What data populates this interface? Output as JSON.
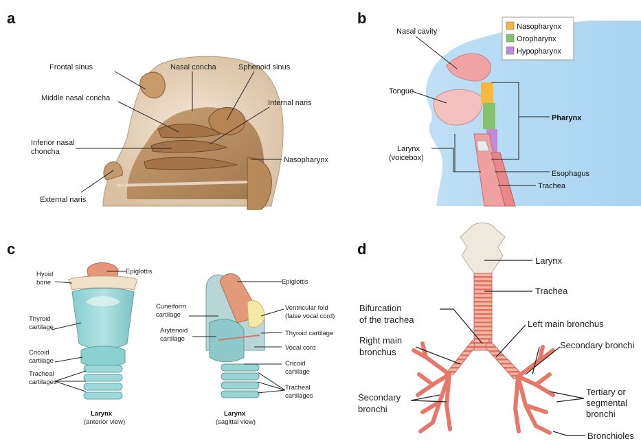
{
  "panels": {
    "a": {
      "letter": "a",
      "labels": {
        "frontal_sinus": "Frontal sinus",
        "nasal_concha": "Nasal concha",
        "sphenoid_sinus": "Sphenoid sinus",
        "middle_nasal_concha": "Middle nasal concha",
        "internal_naris": "Internal naris",
        "inferior_nasal_choncha_1": "Inferior nasal",
        "inferior_nasal_choncha_2": "choncha",
        "nasopharynx": "Nasopharynx",
        "external_naris": "External naris"
      }
    },
    "b": {
      "letter": "b",
      "legend": [
        {
          "label": "Nasopharynx",
          "color": "#f6b940"
        },
        {
          "label": "Oropharynx",
          "color": "#86c26a"
        },
        {
          "label": "Hypopharynx",
          "color": "#c18ad8"
        }
      ],
      "labels": {
        "nasal_cavity": "Nasal cavity",
        "tongue": "Tongue",
        "pharynx": "Pharynx",
        "larynx_1": "Larynx",
        "larynx_2": "(voicebox)",
        "esophagus": "Esophagus",
        "trachea": "Trachea"
      }
    },
    "c": {
      "letter": "c",
      "anterior": {
        "hyoid_1": "Hyoid",
        "hyoid_2": "bone",
        "epiglottis": "Epiglottis",
        "thyroid_1": "Thyroid",
        "thyroid_2": "cartilage",
        "cricoid_1": "Cricoid",
        "cricoid_2": "cartilage",
        "tracheal_1": "Tracheal",
        "tracheal_2": "cartilages",
        "title": "Larynx",
        "subtitle": "(anterior view)"
      },
      "sagittal": {
        "epiglottis": "Epiglottis",
        "cuneiform_1": "Cuneiform",
        "cuneiform_2": "cartilage",
        "ventricular_1": "Ventricular fold",
        "ventricular_2": "(false vocal cord)",
        "thyroid": "Thyroid cartilage",
        "arytenoid_1": "Arytenoid",
        "arytenoid_2": "cartilage",
        "vocal_cord": "Vocal cord",
        "cricoid_1": "Cricoid",
        "cricoid_2": "cartilage",
        "tracheal_1": "Tracheal",
        "tracheal_2": "cartilages",
        "title": "Larynx",
        "subtitle": "(sagittal view)"
      }
    },
    "d": {
      "letter": "d",
      "labels": {
        "larynx": "Larynx",
        "trachea": "Trachea",
        "bifurcation_1": "Bifurcation",
        "bifurcation_2": "of the trachea",
        "left_main": "Left main bronchus",
        "right_main_1": "Right main",
        "right_main_2": "bronchus",
        "secondary_right": "Secondary bronchi",
        "secondary_left_1": "Secondary",
        "secondary_left_2": "bronchi",
        "tertiary_1": "Tertiary or",
        "tertiary_2": "segmental",
        "tertiary_3": "bronchi",
        "bronchioles": "Bronchioles"
      }
    }
  }
}
